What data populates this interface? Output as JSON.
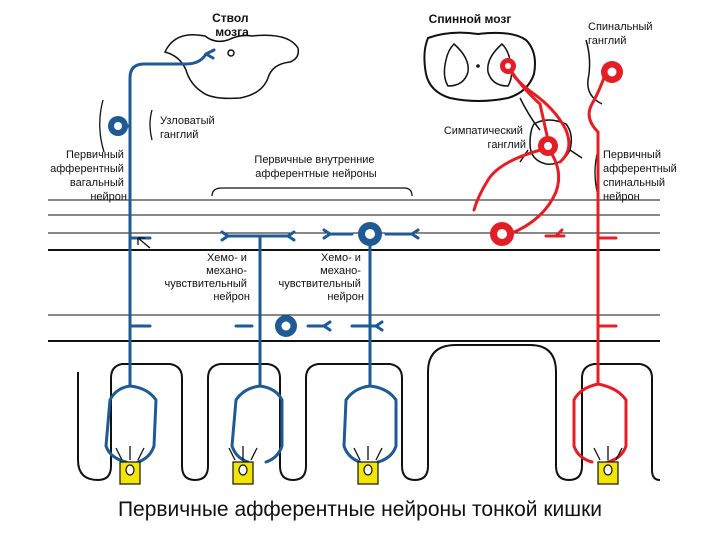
{
  "colors": {
    "vagal": "#1f5a94",
    "spinal": "#e31e24",
    "line": "#111111",
    "cell": "#f2e600"
  },
  "labels": {
    "brainstem": [
      "Ствол",
      "мозга"
    ],
    "spinal_cord": "Спинной мозг",
    "spinal_ganglion": [
      "Спинальный",
      "ганглий"
    ],
    "nodose_ganglion": [
      "Узловатый",
      "ганглий"
    ],
    "sympathetic_ganglion": [
      "Симпатический",
      "ганглий"
    ],
    "vagal_neuron": [
      "Первичный",
      "афферентный",
      "вагальный",
      "нейрон"
    ],
    "intrinsic_neurons": [
      "Первичные внутренние",
      "афферентные нейроны"
    ],
    "spinal_neuron": [
      "Первичный",
      "афферентный",
      "спинальный",
      "нейрон"
    ],
    "chemo_neuron_1": [
      "Хемо- и",
      "механо-",
      "чувствительный",
      "нейрон"
    ],
    "chemo_neuron_2": [
      "Хемо- и",
      "механо-",
      "чувствительный",
      "нейрон"
    ]
  },
  "caption": "Первичные афферентные нейроны тонкой кишки"
}
